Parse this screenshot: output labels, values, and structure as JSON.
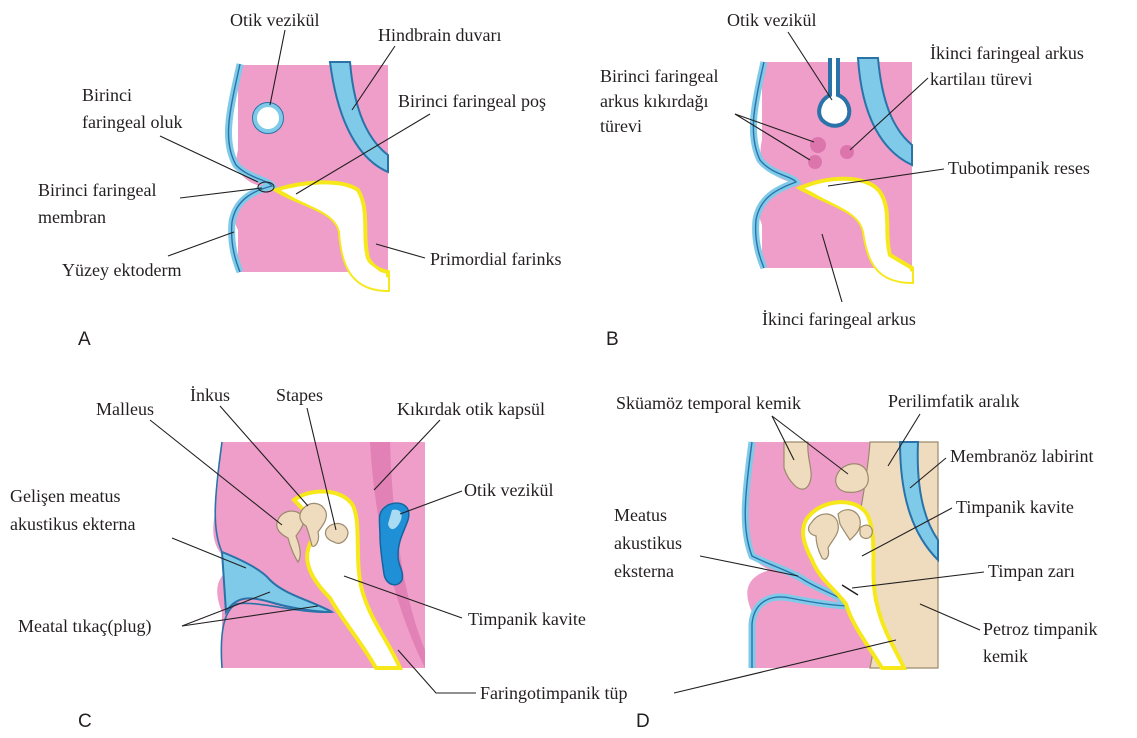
{
  "panels": {
    "A": {
      "letter": "A",
      "labels": {
        "otic_vesicle": "Otik vezikül",
        "hindbrain_wall": "Hindbrain duvarı",
        "first_groove": [
          "Birinci",
          "faringeal oluk"
        ],
        "first_pouch": "Birinci faringeal poş",
        "first_membrane": [
          "Birinci faringeal",
          "membran"
        ],
        "surface_ectoderm": "Yüzey ektoderm",
        "primordial_pharynx": "Primordial farinks"
      }
    },
    "B": {
      "letter": "B",
      "labels": {
        "otic_vesicle": "Otik vezikül",
        "second_arch_cartilage": [
          "İkinci faringeal arkus",
          "kartilaıı türevi"
        ],
        "first_arch_cartilage": [
          "Birinci faringeal",
          "arkus kıkırdağı",
          "türevi"
        ],
        "tubotympanic_recess": "Tubotimpanik reses",
        "second_arch": "İkinci faringeal arkus"
      }
    },
    "C": {
      "letter": "C",
      "labels": {
        "malleus": "Malleus",
        "incus": "İnkus",
        "stapes": "Stapes",
        "cartilage_otic_capsule": "Kıkırdak otik kapsül",
        "developing_meatus": [
          "Gelişen meatus",
          "akustikus ekterna"
        ],
        "otic_vesicle": "Otik vezikül",
        "meatal_plug": "Meatal tıkaç(plug)",
        "tympanic_cavity": "Timpanik kavite"
      }
    },
    "D": {
      "letter": "D",
      "labels": {
        "squamous_temporal": "Sküamöz temporal kemik",
        "perilymphatic_space": "Perilimfatik aralık",
        "membranous_labyrinth": "Membranöz labirint",
        "external_meatus": [
          "Meatus",
          "akustikus",
          "eksterna"
        ],
        "tympanic_cavity": "Timpanik kavite",
        "tympanic_membrane": "Timpan zarı",
        "petrous_temporal": [
          "Petroz timpanik",
          "kemik"
        ]
      }
    }
  },
  "shared": {
    "pharyngotympanic_tube": "Faringotimpanik tüp"
  },
  "colors": {
    "mesenchyme": "#ee9ec9",
    "ectoderm": "#7fcae9",
    "endoderm": "#f6e81a",
    "bone": "#efdcbf",
    "otic_vesicle_fill": "#1f8fd6"
  }
}
